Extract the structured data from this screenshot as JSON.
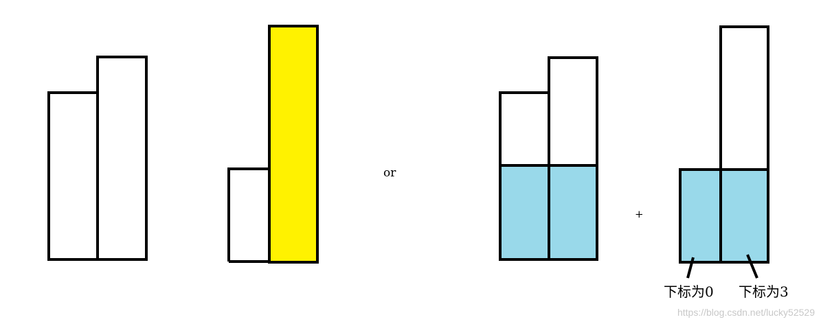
{
  "labels": {
    "or": "or",
    "plus": "+",
    "index0": "下标为0",
    "index3": "下标为3"
  },
  "watermark": "https://blog.csdn.net/lucky52529",
  "colors": {
    "stroke": "#000000",
    "yellow": "#FFF200",
    "blue": "#99D9EA",
    "background": "#FFFFFF",
    "watermark": "#C8C8C8"
  }
}
